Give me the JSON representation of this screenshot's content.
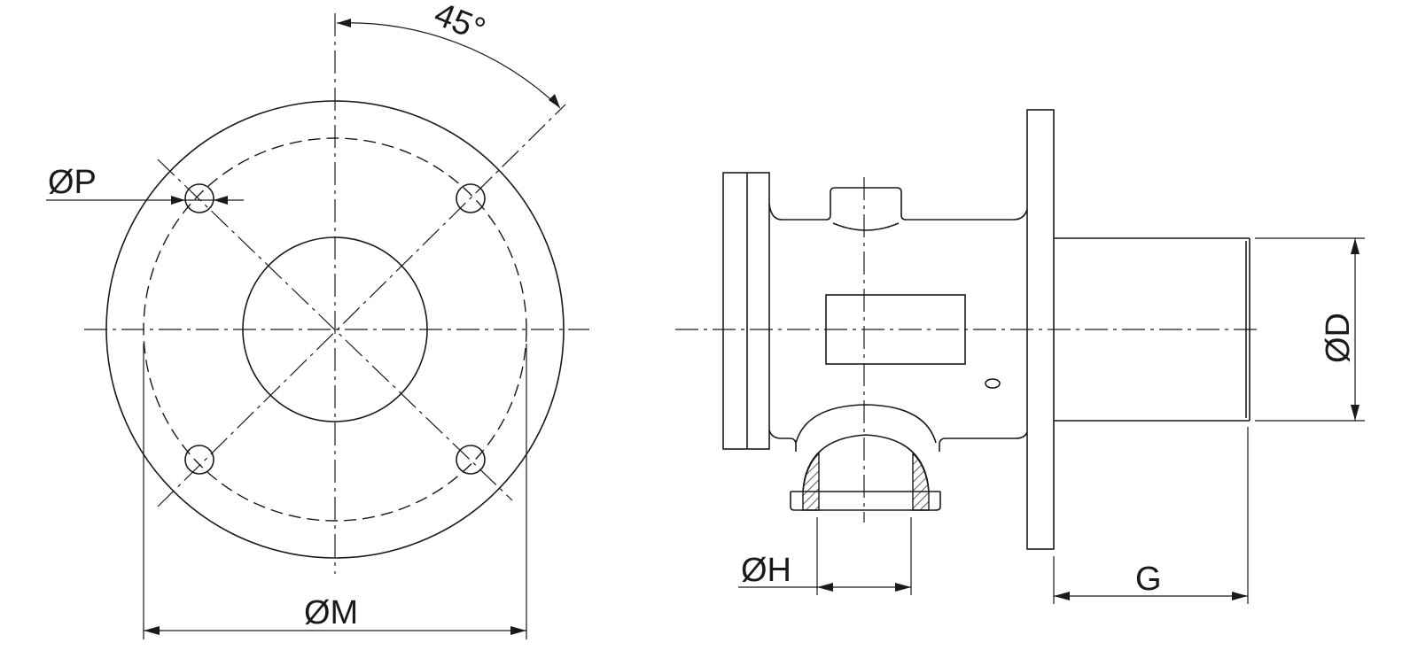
{
  "front_view": {
    "angle_label": "45°",
    "hole_diameter_label": "ØP",
    "pitch_diameter_label": "ØM"
  },
  "side_view": {
    "bore_diameter_label": "ØH",
    "shaft_length_label": "G",
    "shaft_diameter_label": "ØD"
  },
  "colors": {
    "line": "#1a1a1a",
    "background": "#ffffff",
    "hatch": "#1a1a1a"
  }
}
